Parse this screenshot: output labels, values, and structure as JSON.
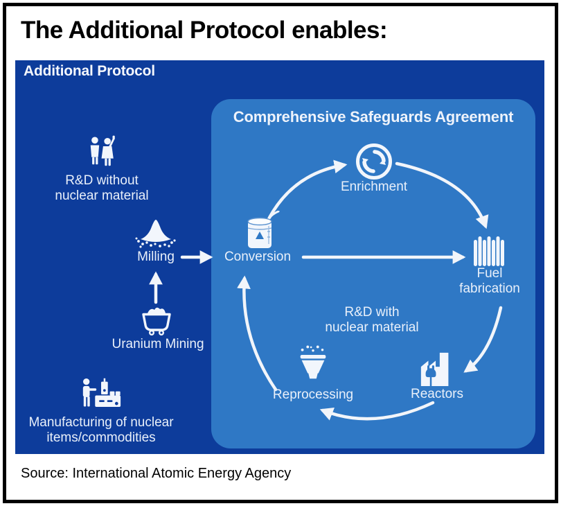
{
  "header": {
    "title": "The Additional Protocol enables:"
  },
  "footer": {
    "source": "Source: International Atomic Energy Agency"
  },
  "colors": {
    "outer_box_blue": "#0d3c9b",
    "csa_box_blue": "#2f78c5",
    "text_on_blue": "#eef3fb",
    "arrow_white": "#f2f5fa",
    "title_black": "#000000"
  },
  "outer_box": {
    "label": "Additional Protocol",
    "nodes": {
      "rd_without": {
        "label": "R&D without\nnuclear material",
        "icon": "scientists-icon"
      },
      "milling": {
        "label": "Milling",
        "icon": "powder-pile-icon"
      },
      "uranium_mining": {
        "label": "Uranium Mining",
        "icon": "mine-cart-icon"
      },
      "manufacturing": {
        "label": "Manufacturing of nuclear\nitems/commodities",
        "icon": "workbench-icon"
      }
    }
  },
  "csa_box": {
    "label": "Comprehensive Safeguards Agreement",
    "nodes": {
      "enrichment": {
        "label": "Enrichment",
        "icon": "centrifuge-cycle-icon"
      },
      "conversion": {
        "label": "Conversion",
        "icon": "drum-icon"
      },
      "fuel_fabrication": {
        "label": "Fuel\nfabrication",
        "icon": "fuel-rods-icon"
      },
      "rd_with": {
        "label": "R&D with\nnuclear material",
        "icon": "scientists-icon"
      },
      "reactors": {
        "label": "Reactors",
        "icon": "power-plant-icon"
      },
      "reprocessing": {
        "label": "Reprocessing",
        "icon": "funnel-icon"
      }
    }
  },
  "flows": [
    {
      "from": "Uranium Mining",
      "to": "Milling"
    },
    {
      "from": "Milling",
      "to": "Conversion"
    },
    {
      "from": "Conversion",
      "to": "Enrichment"
    },
    {
      "from": "Enrichment",
      "to": "Fuel fabrication"
    },
    {
      "from": "Conversion",
      "to": "Fuel fabrication"
    },
    {
      "from": "Fuel fabrication",
      "to": "Reactors"
    },
    {
      "from": "Reactors",
      "to": "Reprocessing"
    },
    {
      "from": "Reprocessing",
      "to": "Conversion"
    }
  ]
}
